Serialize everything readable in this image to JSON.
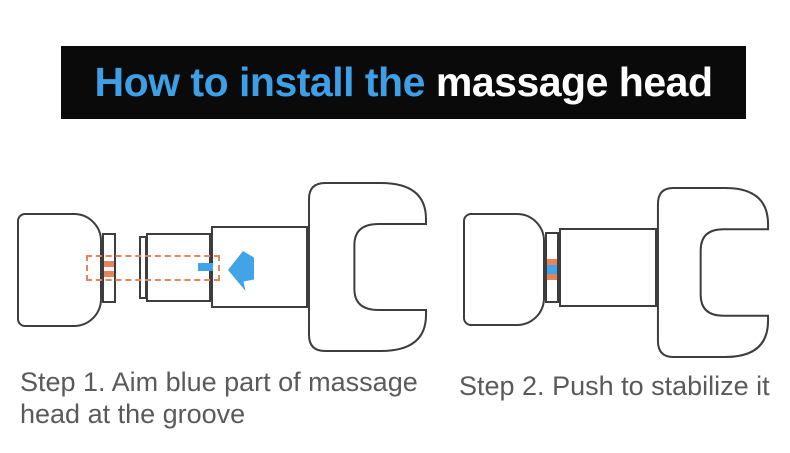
{
  "banner": {
    "highlight_text": "How to install the",
    "normal_text": "massage head",
    "bg_color": "#0A0A0A",
    "highlight_color": "#3F9FE6",
    "text_color": "#FFFFFF"
  },
  "steps": [
    {
      "caption": "Step 1. Aim blue part of massage head at the groove"
    },
    {
      "caption": "Step 2. Push to stabilize it"
    }
  ],
  "colors": {
    "outline": "#3D3D3D",
    "orange_accent": "#E8845C",
    "blue_accent": "#42A3E8",
    "caption_text": "#595A5C",
    "background": "#FFFFFF"
  },
  "icons": {
    "push_arrow": "left-block-arrow"
  }
}
